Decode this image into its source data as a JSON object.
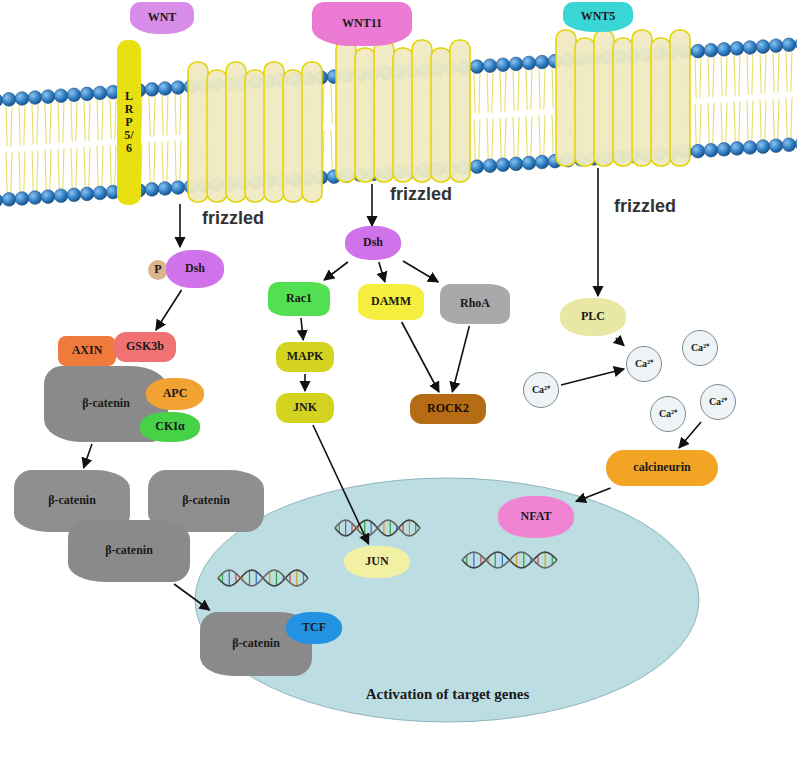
{
  "diagram": {
    "nodes": [
      {
        "text": [
          "WNT"
        ]
      },
      {
        "text": [
          "LRP5/6"
        ]
      },
      {
        "text": [
          "WNT11"
        ]
      },
      {
        "text": [
          "WNT5"
        ]
      },
      {
        "text": [
          "P"
        ]
      },
      {
        "text": [
          "Dsh"
        ]
      },
      {
        "text": [
          "AXIN"
        ]
      },
      {
        "text": [
          "GSK3b"
        ]
      },
      {
        "text": [
          "β-catenin"
        ]
      },
      {
        "text": [
          "APC"
        ]
      },
      {
        "text": [
          "CKIα"
        ]
      },
      {
        "text": [
          "β-catenin"
        ]
      },
      {
        "text": [
          "β-catenin"
        ]
      },
      {
        "text": [
          "β-catenin"
        ]
      },
      {
        "text": [
          "Dsh"
        ]
      },
      {
        "text": [
          "Rac1"
        ]
      },
      {
        "text": [
          "MAPK"
        ]
      },
      {
        "text": [
          "JNK"
        ]
      },
      {
        "text": [
          "DAMM"
        ]
      },
      {
        "text": [
          "RhoA"
        ]
      },
      {
        "text": [
          "ROCK2"
        ]
      },
      {
        "text": [
          "PLC"
        ]
      },
      {
        "text": [
          "Ca²⁺"
        ]
      },
      {
        "text": [
          "Ca²⁺"
        ]
      },
      {
        "text": [
          "Ca²⁺"
        ]
      },
      {
        "text": [
          "Ca²⁺"
        ]
      },
      {
        "text": [
          "Ca²⁺"
        ]
      },
      {
        "text": [
          "calcineurin"
        ]
      },
      {
        "text": [
          "Activation of target genes"
        ]
      },
      {
        "text": [
          "β-catenin"
        ],
        "in": 28
      },
      {
        "text": [
          "TCF"
        ],
        "in": 28
      },
      {
        "text": [
          "JUN"
        ],
        "in": 28
      },
      {
        "text": [
          "NFAT"
        ],
        "in": 28
      }
    ],
    "edges": [
      {
        "from": 5,
        "to": 7,
        "arrow": "to"
      },
      {
        "from": 8,
        "to": 11,
        "arrow": "to"
      },
      {
        "from": 13,
        "to": 29,
        "arrow": "to"
      },
      {
        "from": 14,
        "to": 15,
        "arrow": "to"
      },
      {
        "from": 14,
        "to": 18,
        "arrow": "to"
      },
      {
        "from": 14,
        "to": 19,
        "arrow": "to"
      },
      {
        "from": 15,
        "to": 16,
        "arrow": "to"
      },
      {
        "from": 16,
        "to": 17,
        "arrow": "to"
      },
      {
        "from": 17,
        "to": 31,
        "arrow": "to"
      },
      {
        "from": 18,
        "to": 20,
        "arrow": "to"
      },
      {
        "from": 19,
        "to": 20,
        "arrow": "to"
      },
      {
        "from": 21,
        "to": 23,
        "arrow": "to"
      },
      {
        "from": 22,
        "to": 23,
        "arrow": "to"
      },
      {
        "from": 26,
        "to": 27,
        "arrow": "to"
      },
      {
        "from": 27,
        "to": 32,
        "arrow": "to"
      }
    ],
    "labels": [
      "frizzled",
      "frizzled",
      "frizzled"
    ]
  }
}
